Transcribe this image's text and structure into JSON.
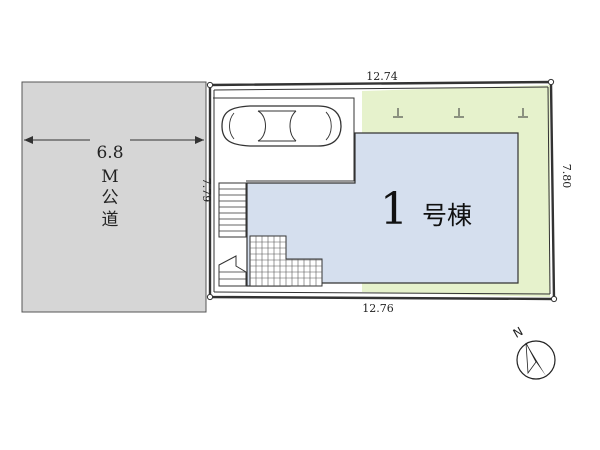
{
  "road": {
    "width_label": "6.8",
    "unit_label": "M",
    "name_line1": "公",
    "name_line2": "道"
  },
  "dimensions": {
    "top": "12.74",
    "bottom": "12.76",
    "left": "7.79",
    "right": "7.80"
  },
  "building": {
    "number": "1",
    "suffix": "号棟"
  },
  "compass": {
    "label": "N"
  },
  "colors": {
    "road": "#d6d6d6",
    "building": "#d5dfee",
    "garden": "#e6f2cc",
    "outline": "#333333"
  }
}
